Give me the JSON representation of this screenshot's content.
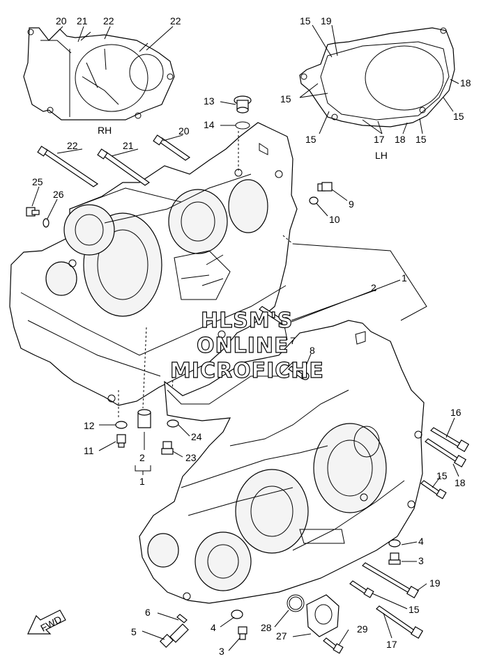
{
  "watermark": {
    "line1": "HLSM'S",
    "line2": "ONLINE",
    "line3": "MICROFICHE"
  },
  "inset_labels": {
    "rh": "RH",
    "lh": "LH"
  },
  "fwd_label": "FWD",
  "callouts": {
    "c1_top": "1",
    "c2_top": "2",
    "c3_right": "3",
    "c3_bottom": "3",
    "c4_right": "4",
    "c4_bottom": "4",
    "c5": "5",
    "c6": "6",
    "c7": "7",
    "c8": "8",
    "c9": "9",
    "c10": "10",
    "c11": "11",
    "c12": "12",
    "c13": "13",
    "c14": "14",
    "c15_a": "15",
    "c15_b": "15",
    "c16": "16",
    "c17": "17",
    "c18": "18",
    "c19": "19",
    "c20": "20",
    "c21": "21",
    "c22": "22",
    "c23": "23",
    "c24": "24",
    "c25": "25",
    "c26": "26",
    "c27": "27",
    "c28": "28",
    "c29": "29",
    "c1_bracket": "1",
    "c2_bracket": "2",
    "rh20": "20",
    "rh21": "21",
    "rh22a": "22",
    "rh22b": "22",
    "lh15a": "15",
    "lh19": "19",
    "lh15b": "15",
    "lh15c": "15",
    "lh15d": "15",
    "lh18a": "18",
    "lh17": "17",
    "lh18b": "18",
    "lh15e": "15"
  }
}
